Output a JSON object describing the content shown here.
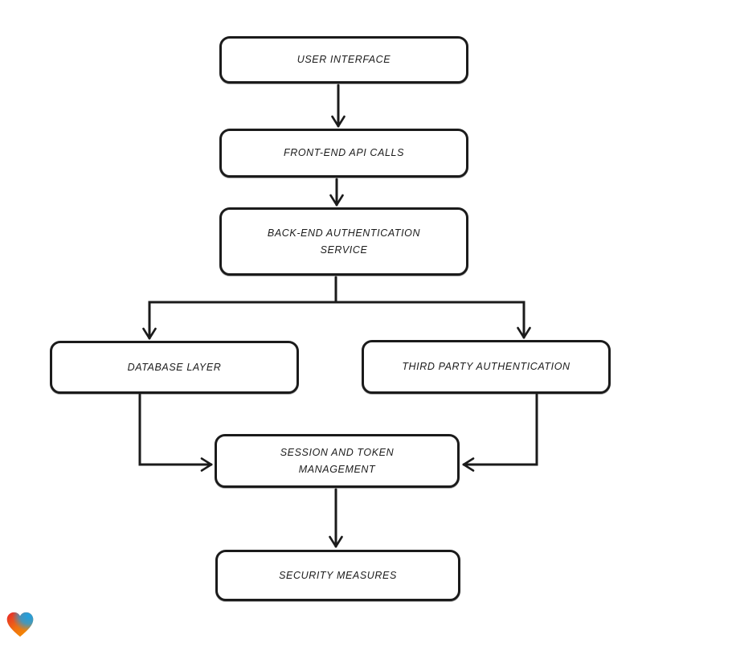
{
  "canvas": {
    "background": "#ffffff",
    "stroke_color": "#1b1b1b",
    "text_color": "#1c1c1c"
  },
  "diagram": {
    "nodes": [
      {
        "id": "user-interface",
        "label": "USER INTERFACE"
      },
      {
        "id": "front-end-api-calls",
        "label": "FRONT-END API CALLS"
      },
      {
        "id": "back-end-authentication-service",
        "label": "BACK-END AUTHENTICATION SERVICE"
      },
      {
        "id": "database-layer",
        "label": "DATABASE LAYER"
      },
      {
        "id": "third-party-authentication",
        "label": "THIRD PARTY AUTHENTICATION"
      },
      {
        "id": "session-and-token-management",
        "label": "SESSION AND TOKEN MANAGEMENT"
      },
      {
        "id": "security-measures",
        "label": "SECURITY MEASURES"
      }
    ],
    "edges": [
      {
        "from": "user-interface",
        "to": "front-end-api-calls"
      },
      {
        "from": "front-end-api-calls",
        "to": "back-end-authentication-service"
      },
      {
        "from": "back-end-authentication-service",
        "to": "database-layer"
      },
      {
        "from": "back-end-authentication-service",
        "to": "third-party-authentication"
      },
      {
        "from": "database-layer",
        "to": "session-and-token-management"
      },
      {
        "from": "third-party-authentication",
        "to": "session-and-token-management"
      },
      {
        "from": "session-and-token-management",
        "to": "security-measures"
      }
    ]
  },
  "branding": {
    "logo": "heart-gradient-logo",
    "gradient_colors": [
      "#e8252b",
      "#1fa0e0",
      "#f59300"
    ]
  }
}
